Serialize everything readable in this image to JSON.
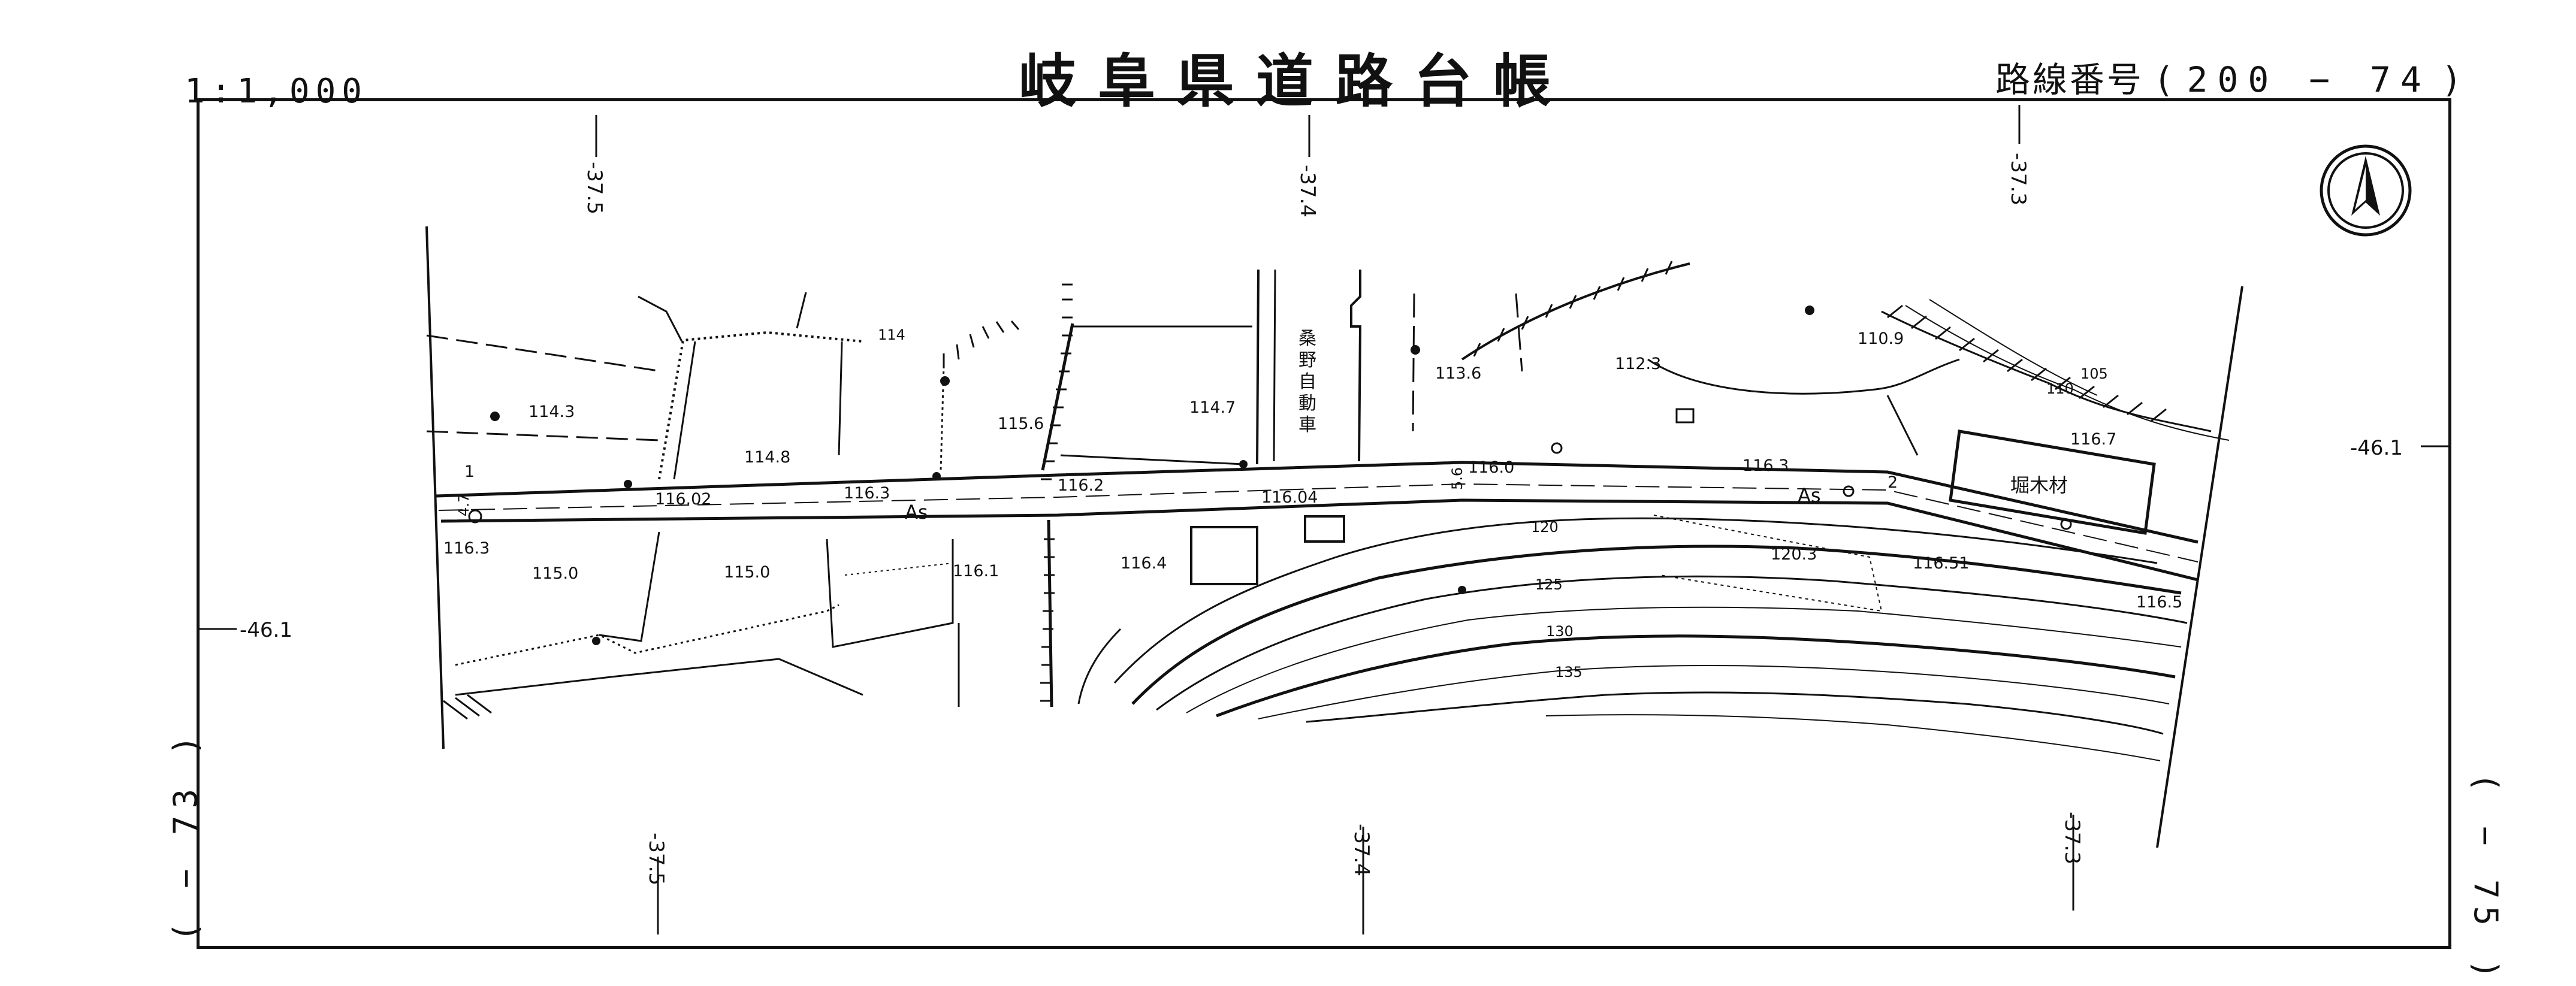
{
  "header": {
    "title": "岐阜県道路台帳",
    "scale": "1:1,000",
    "route_number_label": "路線番号",
    "route_number": "200 − 74",
    "paren_open": "(",
    "paren_close": ")"
  },
  "grid": {
    "top_labels": [
      "-37.5",
      "-37.4",
      "-37.3"
    ],
    "bottom_labels": [
      "-37.5",
      "-37.4",
      "-37.3"
    ],
    "left_label": "-46.1",
    "right_label": "-46.1"
  },
  "adjacent_sheets": {
    "left": "(  − 73 )",
    "right": "( − 75 )"
  },
  "elevations": {
    "e114_3": "114.3",
    "e114_8": "114.8",
    "e115_6": "115.6",
    "e114_7": "114.7",
    "e113_6": "113.6",
    "e112_3": "112.3",
    "e110_9": "110.9",
    "e116_7": "116.7",
    "e116_02": "116.02",
    "e116_3a": "116.3",
    "e116_2": "116.2",
    "e116_04": "116.04",
    "e116_0": "116.0",
    "e116_3b": "116.3",
    "e116_3c": "116.3",
    "e115_0a": "115.0",
    "e115_0b": "115.0",
    "e116_1": "116.1",
    "e116_4": "116.4",
    "e120_3": "120.3",
    "e116_51": "116.51",
    "e116_5": "116.5"
  },
  "contours": [
    "114",
    "105",
    "110",
    "120",
    "125",
    "130",
    "135"
  ],
  "road_surface": [
    "As",
    "As"
  ],
  "buildings": {
    "garage": "桑野自動車",
    "timber": "堀木材"
  },
  "marks": {
    "pt1": "1",
    "pt2": "2",
    "side47": "4.7",
    "side56": "5.6"
  }
}
